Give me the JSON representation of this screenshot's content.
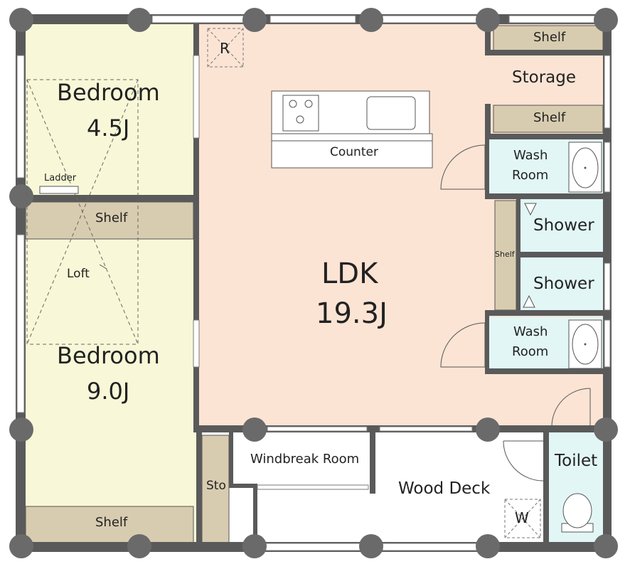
{
  "colors": {
    "wall": "#5a5a5a",
    "pillar": "#6a6a6a",
    "bedroom_floor": "#f8f8d8",
    "ldk_floor": "#fce4d4",
    "wet_floor": "#e2f6f6",
    "shelf": "#d8ccb0",
    "window": "#ffffff"
  },
  "rooms": {
    "bedroom_upper_name": "Bedroom",
    "bedroom_upper_size": "4.5J",
    "bedroom_lower_name": "Bedroom",
    "bedroom_lower_size": "9.0J",
    "ldk_name": "LDK",
    "ldk_size": "19.3J",
    "storage": "Storage",
    "windbreak": "Windbreak Room",
    "wood_deck": "Wood Deck",
    "toilet": "Toilet",
    "shower_1": "Shower",
    "shower_2": "Shower",
    "wash_1_line1": "Wash",
    "wash_1_line2": "Room",
    "wash_2_line1": "Wash",
    "wash_2_line2": "Room"
  },
  "fixtures": {
    "shelf_storage_top": "Shelf",
    "shelf_storage_bottom": "Shelf",
    "shelf_bedroom_mid": "Shelf",
    "shelf_bedroom_bottom": "Shelf",
    "shelf_vertical": "Shelf",
    "sto": "Sto",
    "counter": "Counter",
    "ladder": "Ladder",
    "loft": "Loft",
    "fridge_mark": "R",
    "washer_mark": "W"
  }
}
